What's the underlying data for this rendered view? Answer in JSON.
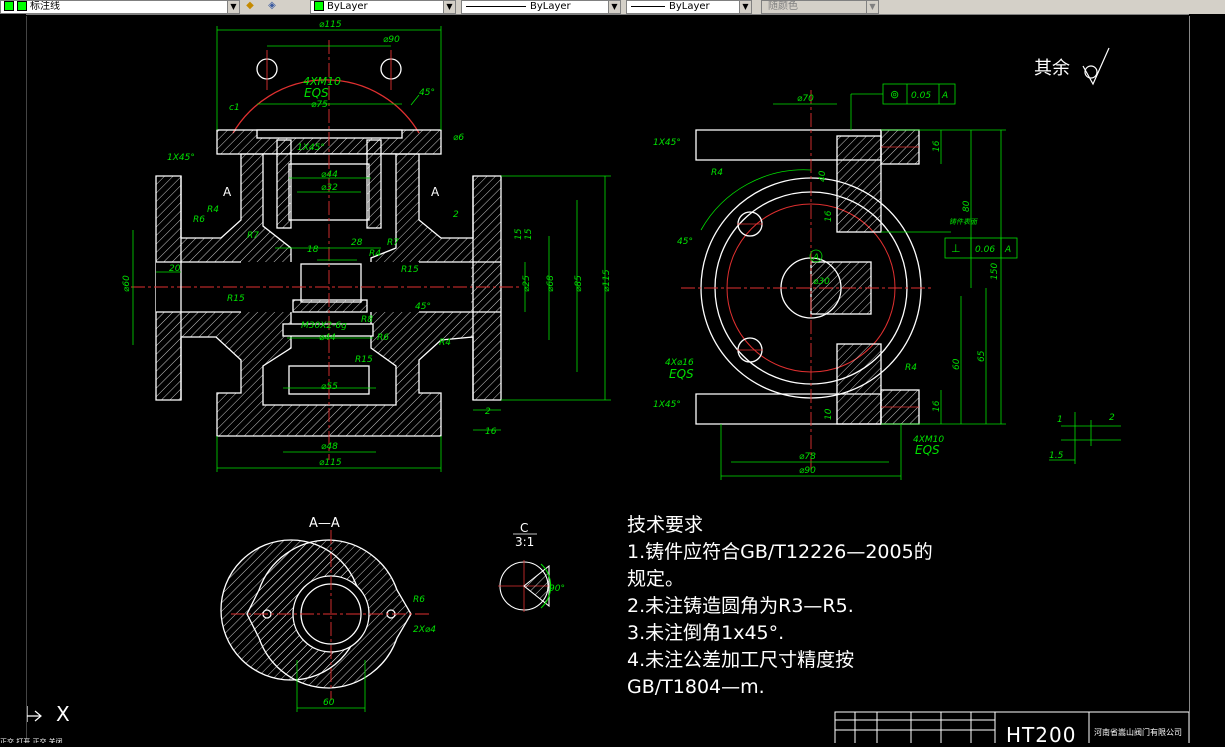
{
  "toolbar": {
    "layer_name": "标注线",
    "color": "ByLayer",
    "linetype": "ByLayer",
    "lineweight": "ByLayer",
    "plot_style": "随颜色"
  },
  "drawing": {
    "remainder_label": "其余",
    "section_label": "A—A",
    "detail_label": "C",
    "detail_scale": "3:1",
    "tech_requirements": {
      "title": "技术要求",
      "lines": [
        "1.铸件应符合GB/T12226—2005的",
        "规定。",
        "2.未注铸造圆角为R3—R5.",
        "3.未注倒角1x45°.",
        "4.未注公差加工尺寸精度按",
        "GB/T1804—m."
      ]
    },
    "front_view_dims": [
      "⌀115",
      "⌀90",
      "4XM10",
      "EQS",
      "⌀75",
      "1X45°",
      "c1",
      "⌀44",
      "⌀32",
      "18",
      "28",
      "R7",
      "R4",
      "R6",
      "R8",
      "⌀60",
      "20",
      "R15",
      "M30X2-6g",
      "⌀55",
      "⌀48",
      "⌀115",
      "⌀25",
      "⌀68",
      "⌀85",
      "⌀115",
      "45°",
      "⌀6",
      "2",
      "16",
      "R15",
      "R6",
      "R4",
      "R8",
      "R15",
      "45°",
      "15",
      "15"
    ],
    "side_view_dims": [
      "⌀70",
      "0.05",
      "A",
      "1X45°",
      "R4",
      "40",
      "16",
      "80",
      "150",
      "45°",
      "0.06",
      "A",
      "A",
      "⌀30",
      "4X⌀16",
      "EQS",
      "1X45°",
      "R4",
      "10",
      "⌀78",
      "⌀90",
      "4XM10",
      "EQS",
      "60",
      "65",
      "16"
    ],
    "section_dims": [
      "R6",
      "2X⌀4",
      "60"
    ],
    "detail_dims": [
      "90°"
    ],
    "small_dims": [
      "1",
      "2",
      "1.5"
    ],
    "title_block": {
      "part_name": "HT200",
      "company": "河南省嵩山阀门有限公司"
    },
    "ucs_axis": "X",
    "command_line": "正交 打开 正交 关闭"
  }
}
